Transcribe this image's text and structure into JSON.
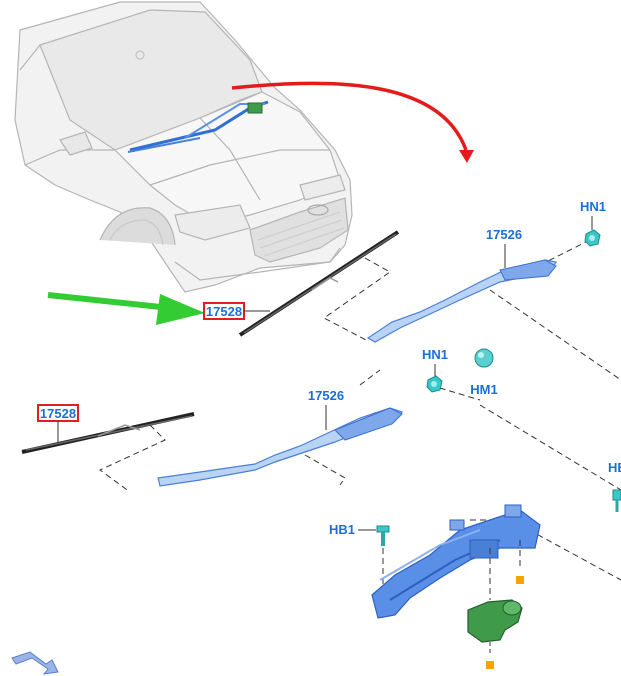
{
  "colors": {
    "label": "#1b6fd6",
    "highlight_box": "#e02020",
    "red_arrow": "#e41b1b",
    "green_arrow": "#33cc33",
    "part_blue": "#5a8fe8",
    "part_light": "#b9d3f5",
    "motor_green": "#3f9a4a",
    "fastener_cyan": "#38c8c8",
    "marker_orange": "#f7a500",
    "car_outline": "#bfbfbf"
  },
  "labels": {
    "blade_top": "17528",
    "arm_top": "17526",
    "nut_top": "HN1",
    "nut_mid": "HN1",
    "cap": "HM1",
    "arm_lower": "17526",
    "blade_lower": "17528",
    "bolt": "HB1",
    "edge_partial": "HB"
  },
  "icons": {
    "orientation": "orientation-arrow-icon",
    "pointer_red": "red-curved-arrow",
    "pointer_green": "green-arrow"
  }
}
